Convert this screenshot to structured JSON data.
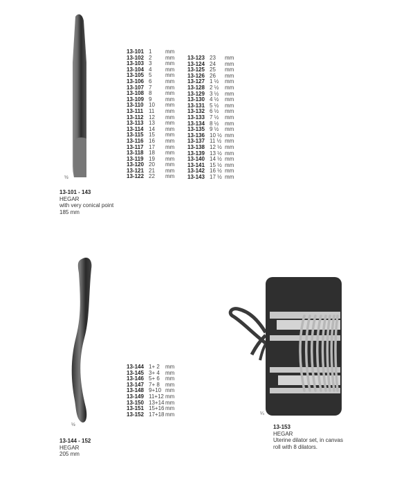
{
  "products": [
    {
      "caption": {
        "code": "13-101 - 143",
        "name": "HEGAR",
        "description": "with very conical point",
        "length": "185 mm"
      },
      "scale": "½",
      "table_col1": [
        {
          "code": "13-101",
          "size": "1",
          "unit": "mm"
        },
        {
          "code": "13-102",
          "size": "2",
          "unit": "mm"
        },
        {
          "code": "13-103",
          "size": "3",
          "unit": "mm"
        },
        {
          "code": "13-104",
          "size": "4",
          "unit": "mm"
        },
        {
          "code": "13-105",
          "size": "5",
          "unit": "mm"
        },
        {
          "code": "13-106",
          "size": "6",
          "unit": "mm"
        },
        {
          "code": "13-107",
          "size": "7",
          "unit": "mm"
        },
        {
          "code": "13-108",
          "size": "8",
          "unit": "mm"
        },
        {
          "code": "13-109",
          "size": "9",
          "unit": "mm"
        },
        {
          "code": "13-110",
          "size": "10",
          "unit": "mm"
        },
        {
          "code": "13-111",
          "size": "11",
          "unit": "mm"
        },
        {
          "code": "13-112",
          "size": "12",
          "unit": "mm"
        },
        {
          "code": "13-113",
          "size": "13",
          "unit": "mm"
        },
        {
          "code": "13-114",
          "size": "14",
          "unit": "mm"
        },
        {
          "code": "13-115",
          "size": "15",
          "unit": "mm"
        },
        {
          "code": "13-116",
          "size": "16",
          "unit": "mm"
        },
        {
          "code": "13-117",
          "size": "17",
          "unit": "mm"
        },
        {
          "code": "13-118",
          "size": "18",
          "unit": "mm"
        },
        {
          "code": "13-119",
          "size": "19",
          "unit": "mm"
        },
        {
          "code": "13-120",
          "size": "20",
          "unit": "mm"
        },
        {
          "code": "13-121",
          "size": "21",
          "unit": "mm"
        },
        {
          "code": "13-122",
          "size": "22",
          "unit": "mm"
        }
      ],
      "table_col2": [
        {
          "code": "13-123",
          "size": "23",
          "unit": "mm"
        },
        {
          "code": "13-124",
          "size": "24",
          "unit": "mm"
        },
        {
          "code": "13-125",
          "size": "25",
          "unit": "mm"
        },
        {
          "code": "13-126",
          "size": "26",
          "unit": "mm"
        },
        {
          "code": "13-127",
          "size": "1 ½",
          "unit": "mm"
        },
        {
          "code": "13-128",
          "size": "2 ½",
          "unit": "mm"
        },
        {
          "code": "13-129",
          "size": "3 ½",
          "unit": "mm"
        },
        {
          "code": "13-130",
          "size": "4 ½",
          "unit": "mm"
        },
        {
          "code": "13-131",
          "size": "5 ½",
          "unit": "mm"
        },
        {
          "code": "13-132",
          "size": "6 ½",
          "unit": "mm"
        },
        {
          "code": "13-133",
          "size": "7 ½",
          "unit": "mm"
        },
        {
          "code": "13-134",
          "size": "8 ½",
          "unit": "mm"
        },
        {
          "code": "13-135",
          "size": "9 ½",
          "unit": "mm"
        },
        {
          "code": "13-136",
          "size": "10 ½",
          "unit": "mm"
        },
        {
          "code": "13-137",
          "size": "11 ½",
          "unit": "mm"
        },
        {
          "code": "13-138",
          "size": "12 ½",
          "unit": "mm"
        },
        {
          "code": "13-139",
          "size": "13 ½",
          "unit": "mm"
        },
        {
          "code": "13-140",
          "size": "14 ½",
          "unit": "mm"
        },
        {
          "code": "13-141",
          "size": "15 ½",
          "unit": "mm"
        },
        {
          "code": "13-142",
          "size": "16 ½",
          "unit": "mm"
        },
        {
          "code": "13-143",
          "size": "17 ½",
          "unit": "mm"
        }
      ]
    },
    {
      "caption": {
        "code": "13-144 - 152",
        "name": "HEGAR",
        "length": "205 mm"
      },
      "scale": "½",
      "table": [
        {
          "code": "13-144",
          "size": "1+ 2",
          "unit": "mm"
        },
        {
          "code": "13-145",
          "size": "3+ 4",
          "unit": "mm"
        },
        {
          "code": "13-146",
          "size": "5+ 6",
          "unit": "mm"
        },
        {
          "code": "13-147",
          "size": "7+ 8",
          "unit": "mm"
        },
        {
          "code": "13-148",
          "size": "9+10",
          "unit": "mm"
        },
        {
          "code": "13-149",
          "size": "11+12",
          "unit": "mm"
        },
        {
          "code": "13-150",
          "size": "13+14",
          "unit": "mm"
        },
        {
          "code": "13-151",
          "size": "15+16",
          "unit": "mm"
        },
        {
          "code": "13-152",
          "size": "17+18",
          "unit": "mm"
        }
      ]
    },
    {
      "caption": {
        "code": "13-153",
        "name": "HEGAR",
        "description_line1": "Uterine dilator set, in canvas",
        "description_line2": "roll with 8 dilators."
      },
      "scale": "¼"
    }
  ]
}
